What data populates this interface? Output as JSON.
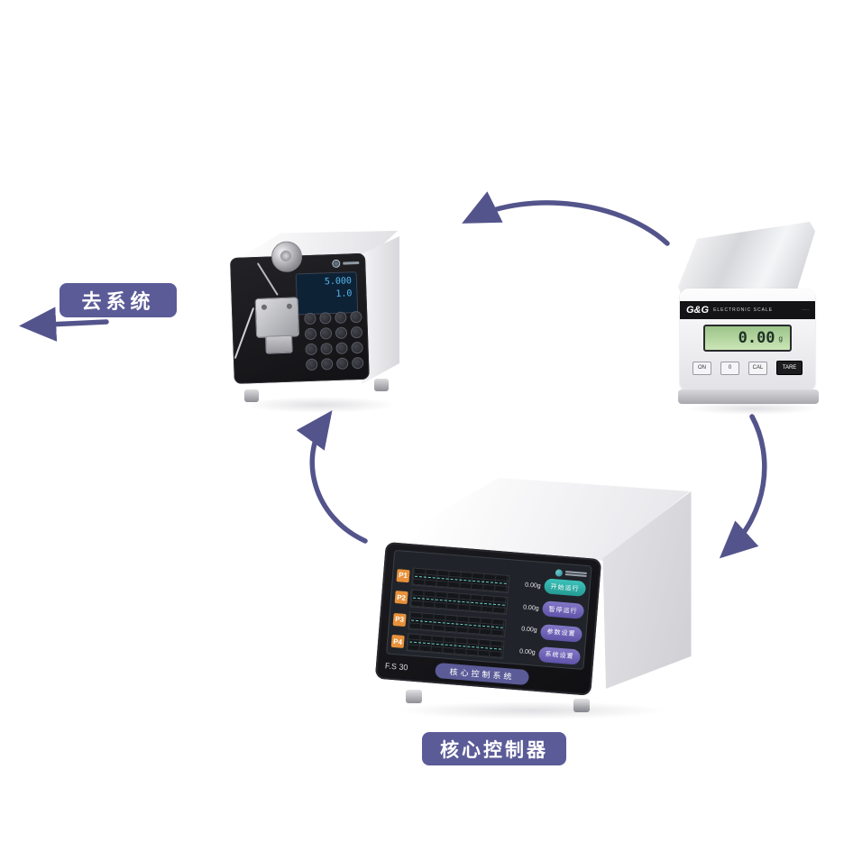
{
  "labels": {
    "to_system": "去系统",
    "core_controller": "核心控制器"
  },
  "pump": {
    "display_line1": "5.000",
    "display_line2": "1.0"
  },
  "scale": {
    "brand": "G&G",
    "name": "ELECTRONIC SCALE",
    "display_value": "0.00",
    "unit": "g",
    "buttons": [
      "ON",
      "0",
      "CAL",
      "TARE"
    ]
  },
  "controller": {
    "model": "F.S 30",
    "banner": "核心控制系统",
    "channels": [
      {
        "id": "P1",
        "value": "0.00g"
      },
      {
        "id": "P2",
        "value": "0.00g"
      },
      {
        "id": "P3",
        "value": "0.00g"
      },
      {
        "id": "P4",
        "value": "0.00g"
      }
    ],
    "buttons": [
      "开始运行",
      "暂停运行",
      "参数设置",
      "系统设置"
    ]
  },
  "colors": {
    "accent": "#54548c",
    "label_bg": "#5b5b98"
  }
}
